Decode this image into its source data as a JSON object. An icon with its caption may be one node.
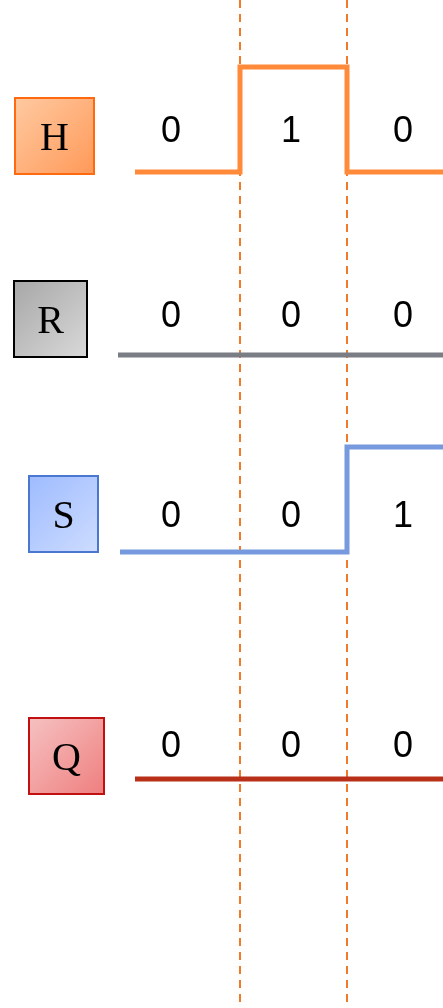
{
  "diagram": {
    "nodes": [
      {
        "text": [
          "H"
        ]
      },
      {
        "text": [
          "R"
        ]
      },
      {
        "text": [
          "S"
        ]
      },
      {
        "text": [
          "Q"
        ]
      }
    ],
    "edges": [],
    "labels": [
      "0",
      "1",
      "0",
      "0",
      "0",
      "0",
      "0",
      "0",
      "1",
      "0",
      "0",
      "0"
    ]
  }
}
